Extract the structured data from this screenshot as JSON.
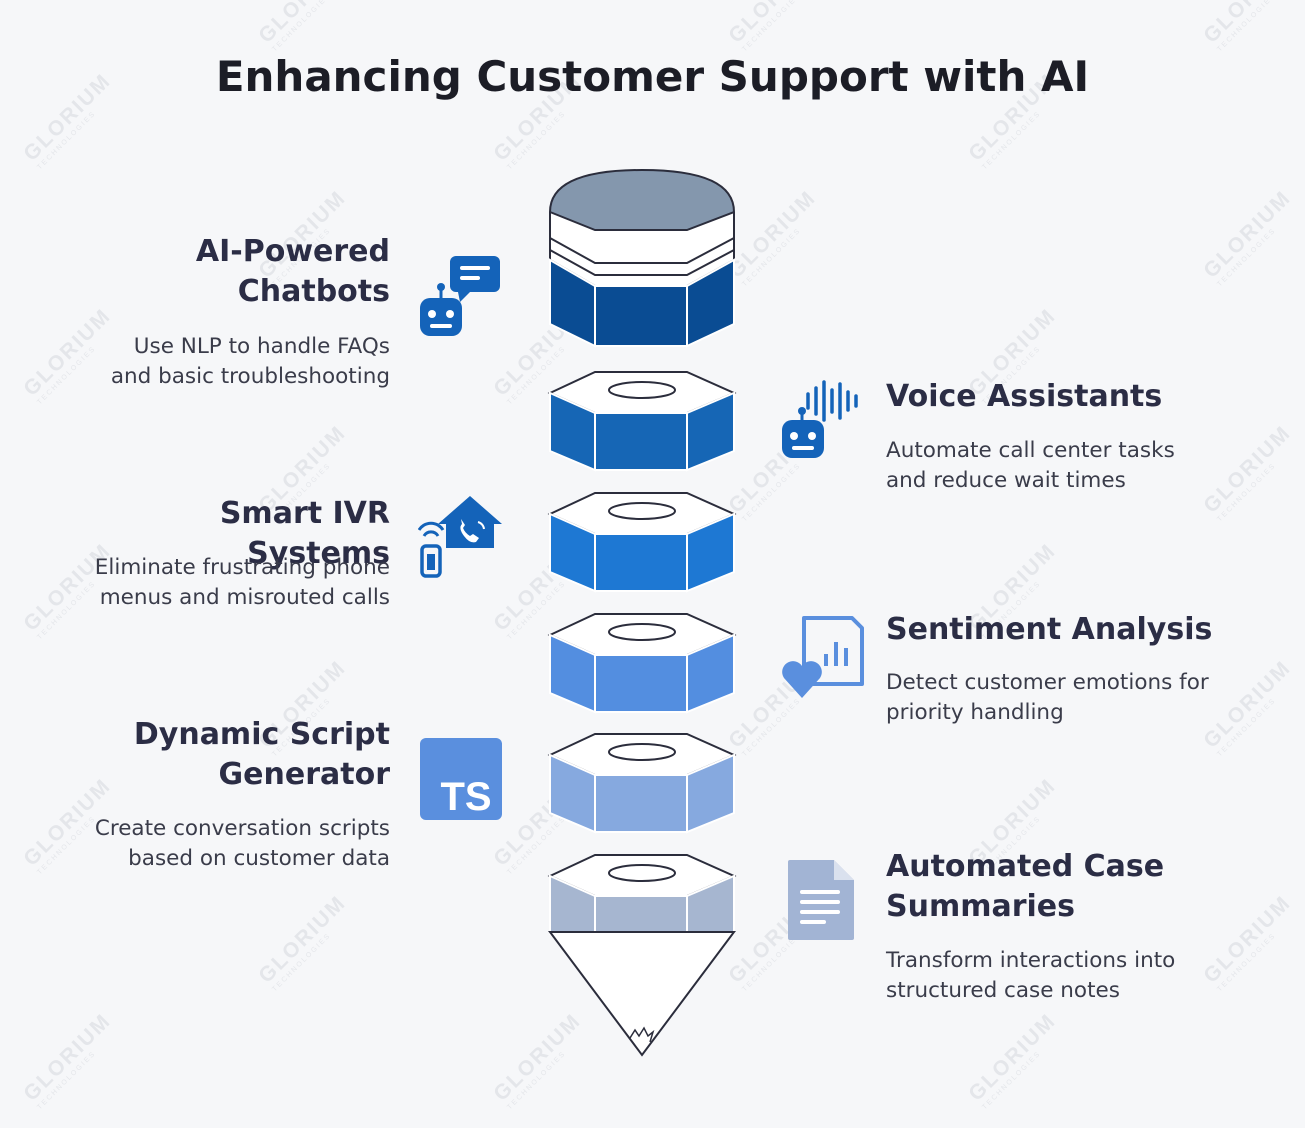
{
  "title": "Enhancing Customer Support with AI",
  "watermark": {
    "brand": "GLORIUM",
    "sub": "TECHNOLOGIES"
  },
  "items": [
    {
      "heading": "AI-Powered Chatbots",
      "heading_lines": [
        "AI-Powered",
        "Chatbots"
      ],
      "desc_lines": [
        "Use NLP to handle FAQs",
        "and basic troubleshooting"
      ],
      "icon": "chatbot-icon"
    },
    {
      "heading": "Voice Assistants",
      "heading_lines": [
        "Voice Assistants"
      ],
      "desc_lines": [
        "Automate call center tasks",
        "and reduce wait times"
      ],
      "icon": "voice-robot-icon"
    },
    {
      "heading": "Smart IVR Systems",
      "heading_lines": [
        "Smart IVR Systems"
      ],
      "desc_lines": [
        "Eliminate frustrating phone",
        "menus and misrouted calls"
      ],
      "icon": "phone-home-icon"
    },
    {
      "heading": "Sentiment Analysis",
      "heading_lines": [
        "Sentiment Analysis"
      ],
      "desc_lines": [
        "Detect customer emotions for",
        "priority handling"
      ],
      "icon": "heart-chart-icon"
    },
    {
      "heading": "Dynamic Script Generator",
      "heading_lines": [
        "Dynamic Script",
        "Generator"
      ],
      "desc_lines": [
        "Create conversation scripts",
        "based on customer data"
      ],
      "icon": "ts-script-icon",
      "icon_text": "TS"
    },
    {
      "heading": "Automated Case Summaries",
      "heading_lines": [
        "Automated Case",
        "Summaries"
      ],
      "desc_lines": [
        "Transform interactions into",
        "structured case notes"
      ],
      "icon": "document-icon"
    }
  ],
  "colors": {
    "cap_top": "#8497ad",
    "segments": [
      "#0a4c93",
      "#1666b5",
      "#1e78d3",
      "#538ee0",
      "#86a9df",
      "#a6b6d0"
    ],
    "icon_blue": "#1463b9",
    "icon_light": "#5a8fde"
  }
}
